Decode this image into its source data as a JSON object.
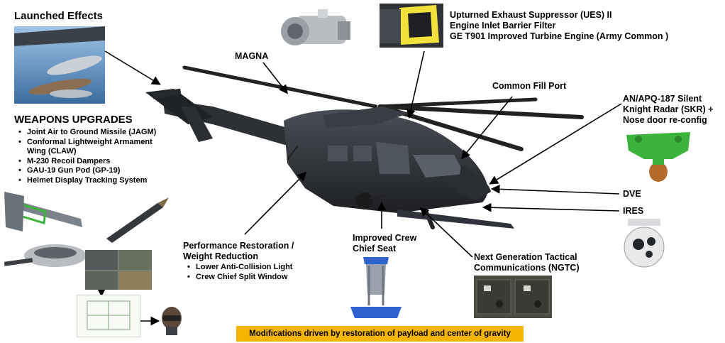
{
  "labels": {
    "launched_effects": "Launched Effects",
    "weapons_title": "WEAPONS UPGRADES",
    "magna": "MAGNA",
    "engine": [
      "Upturned Exhaust Suppressor (UES) II",
      "Engine Inlet Barrier Filter",
      "GE T901 Improved Turbine Engine (Army Common )"
    ],
    "common_fill_port": "Common Fill Port",
    "radar": [
      "AN/APQ-187 Silent",
      "Knight Radar (SKR) +",
      "Nose door re-config"
    ],
    "dve": "DVE",
    "ires": "IRES",
    "performance": [
      "Performance Restoration /",
      "Weight Reduction"
    ],
    "crew_seat": [
      "Improved Crew",
      "Chief Seat"
    ],
    "ngtc": [
      "Next Generation Tactical",
      "Communications (NGTC)"
    ]
  },
  "weapons_items": [
    "Joint Air to Ground Missile (JAGM)",
    "Conformal Lightweight Armament Wing (CLAW)",
    "M-230 Recoil Dampers",
    "GAU-19 Gun Pod (GP-19)",
    "Helmet Display Tracking System"
  ],
  "performance_items": [
    "Lower Anti-Collision Light",
    "Crew Chief Split Window"
  ],
  "footer": "Modifications driven by restoration of payload and  center of gravity",
  "colors": {
    "highlight": "#f4b400",
    "helicopter_body": "#2b2e33",
    "radar_green": "#3cb43c"
  }
}
